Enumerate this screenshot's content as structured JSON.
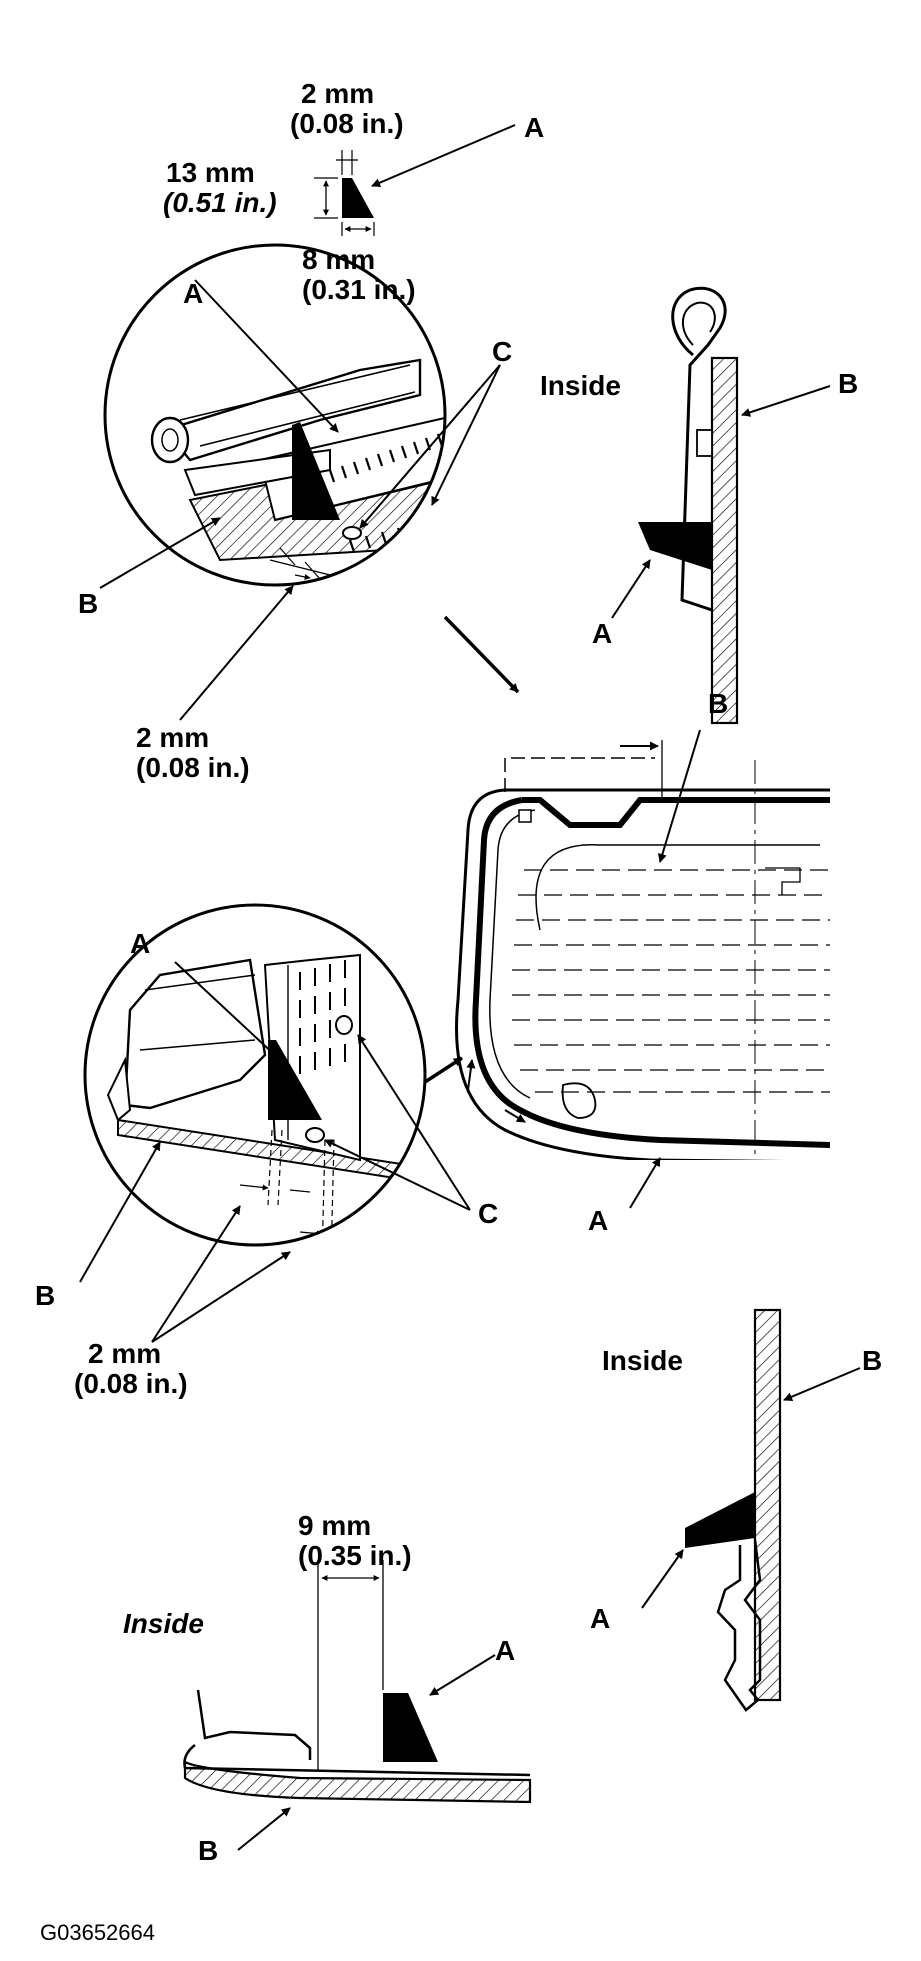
{
  "figure_code": "G03652664",
  "top_profile": {
    "width_top": "2 mm",
    "width_top_in": "(0.08 in.)",
    "height": "13 mm",
    "height_in": "(0.51 in.)",
    "width_base": "8 mm",
    "width_base_in": "(0.31 in.)",
    "callout": "A"
  },
  "upper_detail": {
    "callout_a": "A",
    "callout_b": "B",
    "callout_c": "C",
    "gap": "2 mm",
    "gap_in": "(0.08 in.)"
  },
  "upper_section": {
    "inside": "Inside",
    "callout_a": "A",
    "callout_b": "B"
  },
  "glass": {
    "callout_a": "A",
    "callout_b": "B"
  },
  "lower_detail": {
    "callout_a": "A",
    "callout_b": "B",
    "callout_c": "C",
    "gap": "2 mm",
    "gap_in": "(0.08 in.)"
  },
  "bottom_section": {
    "inside": "Inside",
    "offset": "9 mm",
    "offset_in": "(0.35 in.)",
    "callout_a": "A",
    "callout_b": "B"
  },
  "lower_right_section": {
    "inside": "Inside",
    "callout_a": "A",
    "callout_b": "B"
  }
}
